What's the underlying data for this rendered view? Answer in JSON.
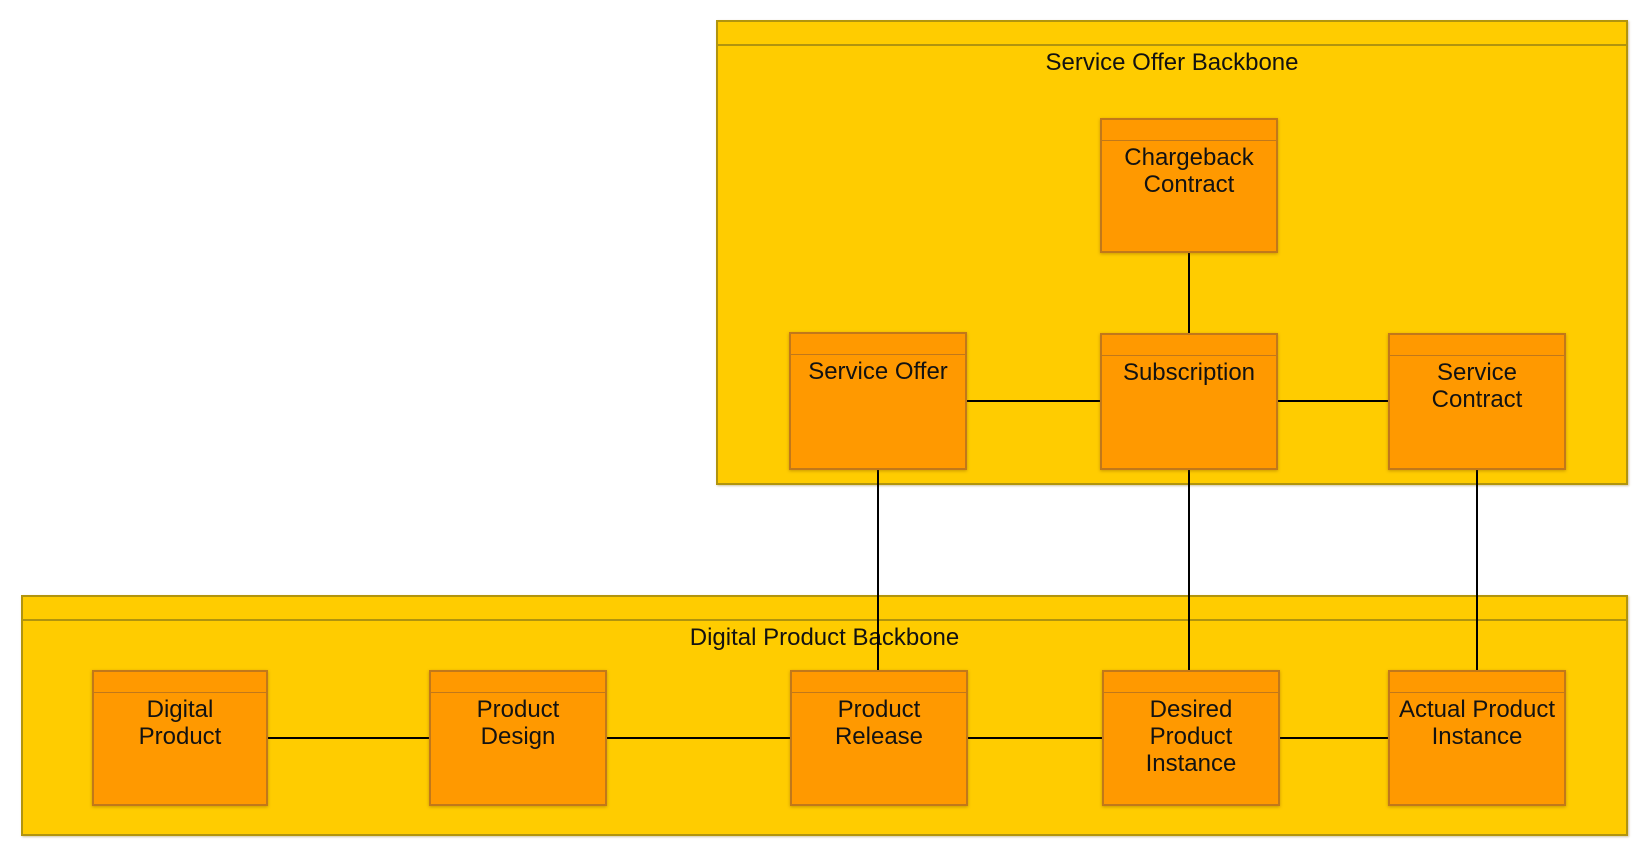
{
  "diagram": {
    "groups": [
      {
        "id": "service-offer-backbone",
        "title": "Service Offer Backbone"
      },
      {
        "id": "digital-product-backbone",
        "title": "Digital Product Backbone"
      }
    ],
    "nodes": [
      {
        "id": "chargeback-contract",
        "label": [
          "Chargeback",
          "Contract"
        ],
        "group": "service-offer-backbone"
      },
      {
        "id": "service-offer",
        "label": [
          "Service Offer"
        ],
        "group": "service-offer-backbone"
      },
      {
        "id": "subscription",
        "label": [
          "Subscription"
        ],
        "group": "service-offer-backbone"
      },
      {
        "id": "service-contract",
        "label": [
          "Service",
          "Contract"
        ],
        "group": "service-offer-backbone"
      },
      {
        "id": "digital-product",
        "label": [
          "Digital",
          "Product"
        ],
        "group": "digital-product-backbone"
      },
      {
        "id": "product-design",
        "label": [
          "Product",
          "Design"
        ],
        "group": "digital-product-backbone"
      },
      {
        "id": "product-release",
        "label": [
          "Product",
          "Release"
        ],
        "group": "digital-product-backbone"
      },
      {
        "id": "desired-product-instance",
        "label": [
          "Desired",
          "Product",
          "Instance"
        ],
        "group": "digital-product-backbone"
      },
      {
        "id": "actual-product-instance",
        "label": [
          "Actual Product",
          "Instance"
        ],
        "group": "digital-product-backbone"
      }
    ],
    "edges": [
      {
        "from": "chargeback-contract",
        "to": "subscription"
      },
      {
        "from": "service-offer",
        "to": "subscription"
      },
      {
        "from": "subscription",
        "to": "service-contract"
      },
      {
        "from": "service-offer",
        "to": "product-release"
      },
      {
        "from": "subscription",
        "to": "desired-product-instance"
      },
      {
        "from": "service-contract",
        "to": "actual-product-instance"
      },
      {
        "from": "digital-product",
        "to": "product-design"
      },
      {
        "from": "product-design",
        "to": "product-release"
      },
      {
        "from": "product-release",
        "to": "desired-product-instance"
      },
      {
        "from": "desired-product-instance",
        "to": "actual-product-instance"
      }
    ],
    "colors": {
      "group_fill": "#FFCC00",
      "group_border": "#B1940E",
      "node_fill": "#FF9900",
      "node_border": "#C1781A",
      "edge": "#000000",
      "text": "#121212",
      "canvas": "#FFFFFF"
    }
  }
}
